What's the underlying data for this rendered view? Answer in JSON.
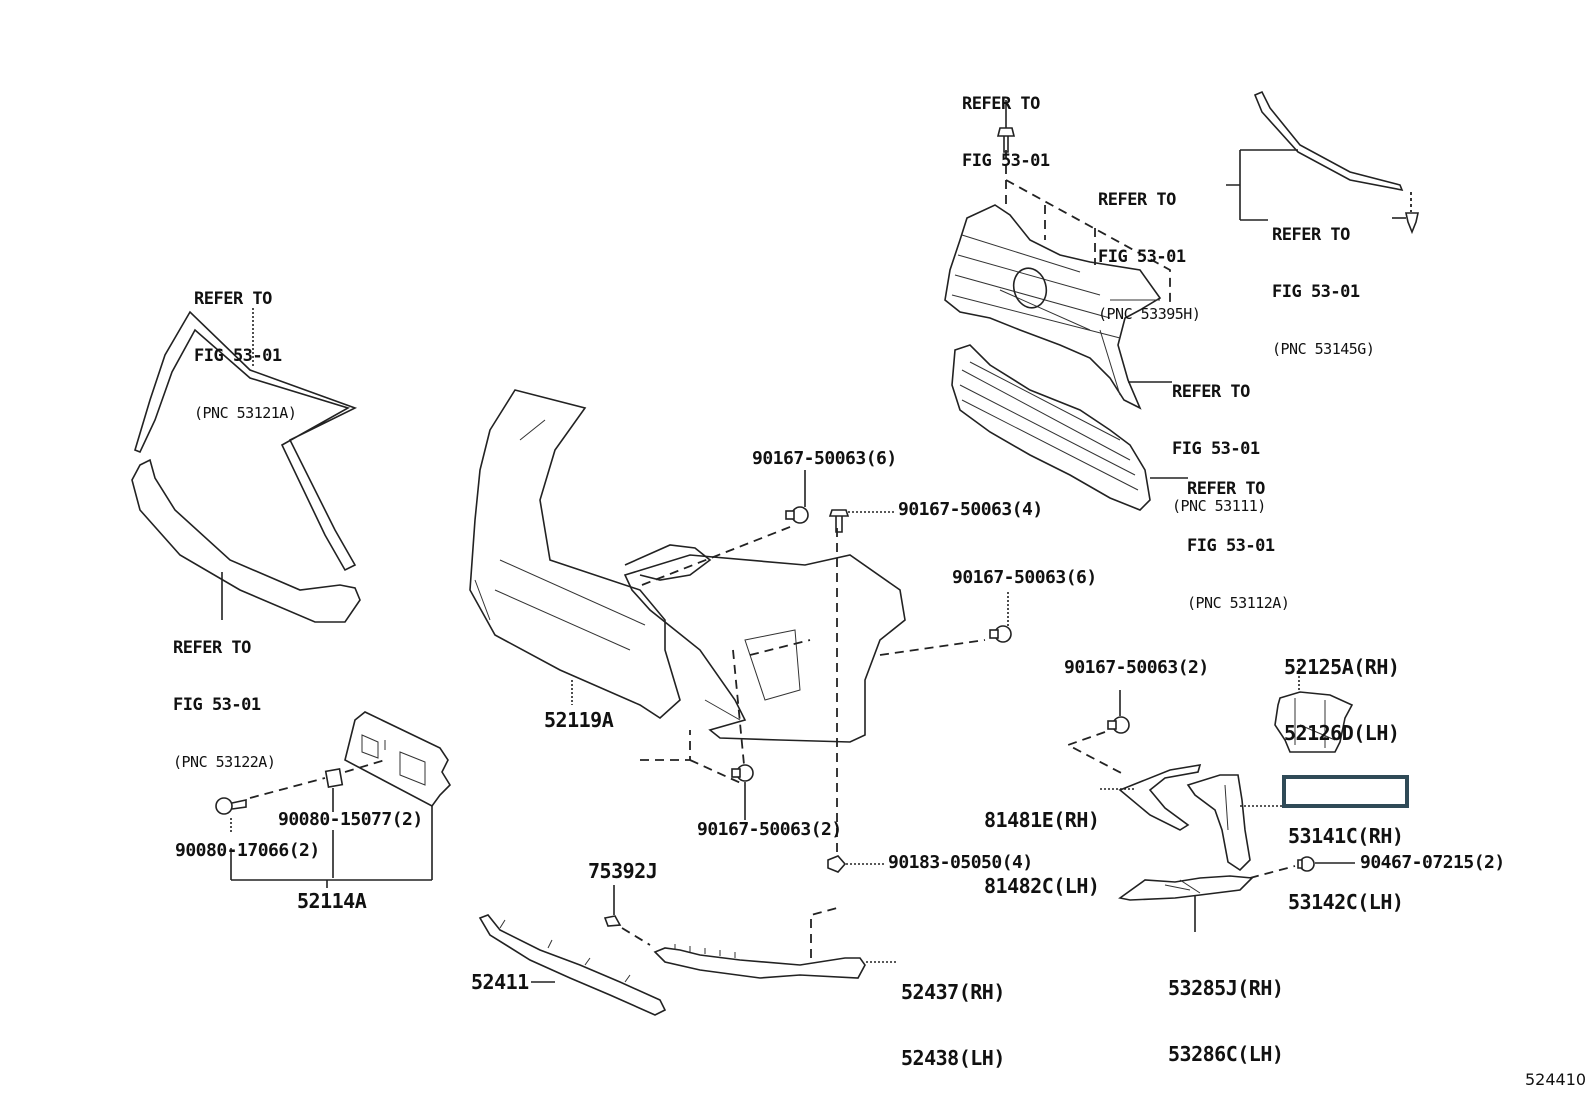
{
  "diagram": {
    "title": "Front bumper & bumper cover parts diagram",
    "figure_number": "524410",
    "highlighted_part": "53141C(RH)",
    "highlight_color": "#2f4a57",
    "refer_labels": [
      {
        "id": "ref-top-bolt",
        "line1": "REFER TO",
        "line2": "FIG 53-01",
        "pnc": ""
      },
      {
        "id": "ref-53395H",
        "line1": "REFER TO",
        "line2": "FIG 53-01",
        "pnc": "(PNC 53395H)"
      },
      {
        "id": "ref-53145G",
        "line1": "REFER TO",
        "line2": "FIG 53-01",
        "pnc": "(PNC 53145G)"
      },
      {
        "id": "ref-53111",
        "line1": "REFER TO",
        "line2": "FIG 53-01",
        "pnc": "(PNC 53111)"
      },
      {
        "id": "ref-53112A",
        "line1": "REFER TO",
        "line2": "FIG 53-01",
        "pnc": "(PNC 53112A)"
      },
      {
        "id": "ref-53121A",
        "line1": "REFER TO",
        "line2": "FIG 53-01",
        "pnc": "(PNC 53121A)"
      },
      {
        "id": "ref-53122A",
        "line1": "REFER TO",
        "line2": "FIG 53-01",
        "pnc": "(PNC 53122A)"
      }
    ],
    "part_labels": [
      {
        "id": "p-90167-6a",
        "text": "90167-50063(6)"
      },
      {
        "id": "p-90167-4",
        "text": "90167-50063(4)"
      },
      {
        "id": "p-90167-6b",
        "text": "90167-50063(6)"
      },
      {
        "id": "p-90167-2a",
        "text": "90167-50063(2)"
      },
      {
        "id": "p-90167-2b",
        "text": "90167-50063(2)"
      },
      {
        "id": "p-52125A",
        "line1": "52125A(RH)",
        "line2": "52126D(LH)"
      },
      {
        "id": "p-81481E",
        "line1": "81481E(RH)",
        "line2": "81482C(LH)"
      },
      {
        "id": "p-53141C",
        "line1": "53141C(RH)",
        "line2": "53142C(LH)"
      },
      {
        "id": "p-90467",
        "text": "90467-07215(2)"
      },
      {
        "id": "p-53285J",
        "line1": "53285J(RH)",
        "line2": "53286C(LH)"
      },
      {
        "id": "p-52119A",
        "text": "52119A"
      },
      {
        "id": "p-90080-15077",
        "text": "90080-15077(2)"
      },
      {
        "id": "p-90080-17066",
        "text": "90080-17066(2)"
      },
      {
        "id": "p-52114A",
        "text": "52114A"
      },
      {
        "id": "p-75392J",
        "text": "75392J"
      },
      {
        "id": "p-90183",
        "text": "90183-05050(4)"
      },
      {
        "id": "p-52437",
        "line1": "52437(RH)",
        "line2": "52438(LH)"
      },
      {
        "id": "p-52411",
        "text": "52411"
      }
    ]
  }
}
